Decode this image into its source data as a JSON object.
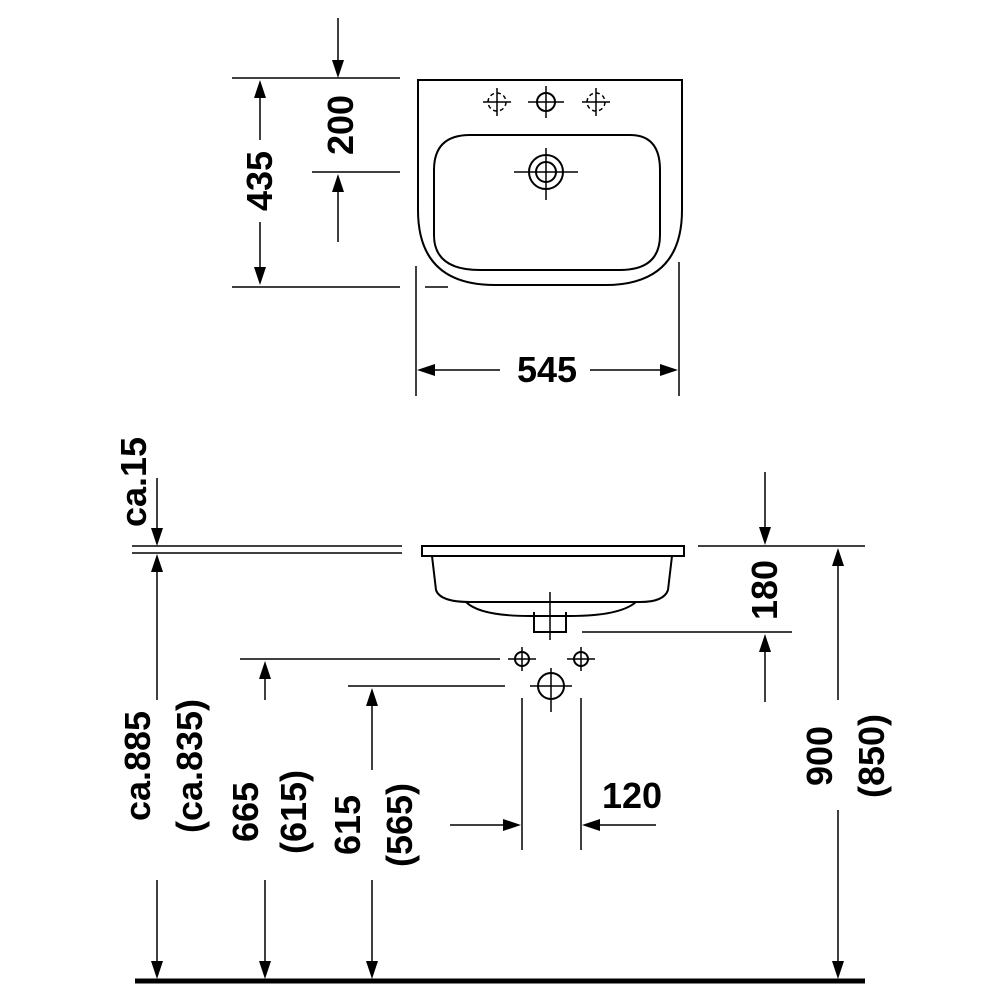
{
  "top_view": {
    "height_label": "435",
    "tap_to_drain_label": "200",
    "width_label": "545"
  },
  "side_view": {
    "rim_offset_label": "ca.15",
    "bowl_depth_label": "180",
    "rim_height_label": "ca.885",
    "rim_height_alt_label": "(ca.835)",
    "supply_height_label": "665",
    "supply_height_alt_label": "(615)",
    "drain_height_label": "615",
    "drain_height_alt_label": "(565)",
    "supply_spacing_label": "120",
    "total_height_label": "900",
    "total_height_alt_label": "(850)"
  }
}
